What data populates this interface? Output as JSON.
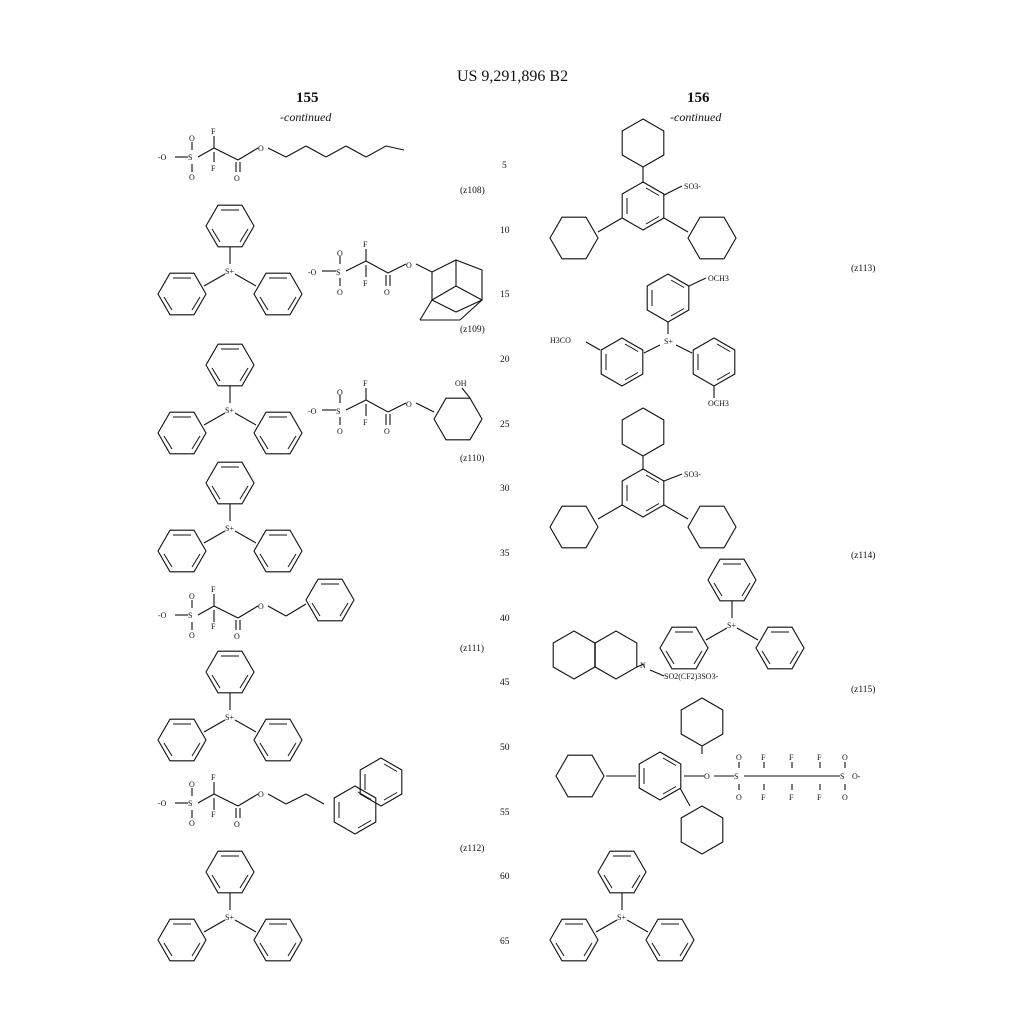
{
  "header": {
    "patent_number": "US 9,291,896 B2"
  },
  "columns": [
    {
      "number": "155",
      "continued": "-continued"
    },
    {
      "number": "156",
      "continued": "-continued"
    }
  ],
  "compound_labels": {
    "z108": "(z108)",
    "z109": "(z109)",
    "z110": "(z110)",
    "z111": "(z111)",
    "z112": "(z112)",
    "z113": "(z113)",
    "z114": "(z114)",
    "z115": "(z115)"
  },
  "line_numbers": [
    "5",
    "10",
    "15",
    "20",
    "25",
    "30",
    "35",
    "40",
    "45",
    "50",
    "55",
    "60",
    "65"
  ],
  "atoms": {
    "F": "F",
    "O": "O",
    "S": "S",
    "O_minus": "-O",
    "O_minus_right": "O-",
    "S_plus": "S+",
    "OH": "OH",
    "N": "N",
    "SO3_minus": "SO3-",
    "OCH3": "OCH3",
    "H3CO": "H3CO",
    "SO2CF2SO3": "SO2(CF2)3SO3-"
  }
}
